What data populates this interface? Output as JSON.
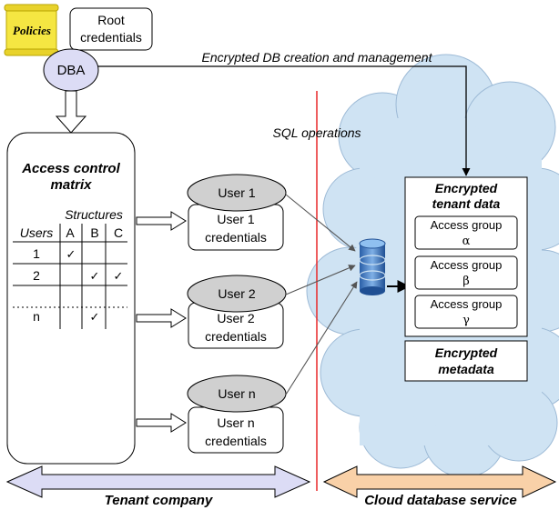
{
  "policies": "Policies",
  "root_credentials": [
    "Root",
    "credentials"
  ],
  "dba": "DBA",
  "encrypted_db_label": "Encrypted DB creation and management",
  "sql_operations": "SQL operations",
  "acm": {
    "title": [
      "Access control",
      "matrix"
    ],
    "structures": "Structures",
    "header": [
      "Users",
      "A",
      "B",
      "C"
    ],
    "rows": [
      {
        "user": "1",
        "a": "✓",
        "b": "",
        "c": ""
      },
      {
        "user": "2",
        "a": "",
        "b": "✓",
        "c": "✓"
      },
      {
        "user": "",
        "a": "",
        "b": "",
        "c": ""
      },
      {
        "user": "n",
        "a": "",
        "b": "✓",
        "c": ""
      }
    ]
  },
  "users": [
    {
      "name": "User 1",
      "cred": [
        "User 1",
        "credentials"
      ]
    },
    {
      "name": "User 2",
      "cred": [
        "User 2",
        "credentials"
      ]
    },
    {
      "name": "User n",
      "cred": [
        "User n",
        "credentials"
      ]
    }
  ],
  "cloud": {
    "tenant_data": [
      "Encrypted",
      "tenant data"
    ],
    "groups": [
      {
        "label": "Access group",
        "symbol": "α"
      },
      {
        "label": "Access group",
        "symbol": "β"
      },
      {
        "label": "Access group",
        "symbol": "γ"
      }
    ],
    "metadata": [
      "Encrypted",
      "metadata"
    ]
  },
  "bottom": {
    "tenant": "Tenant company",
    "cloud": "Cloud database service"
  },
  "colors": {
    "ellipse_fill": "#d0d0d0",
    "dba_fill": "#dcdcf5",
    "cloud_fill": "#cfe3f3",
    "divider": "#e8292a",
    "tenant_arrow": "#dcdcf5",
    "cloud_arrow": "#f9d1a8",
    "policies": "#f5e642"
  }
}
